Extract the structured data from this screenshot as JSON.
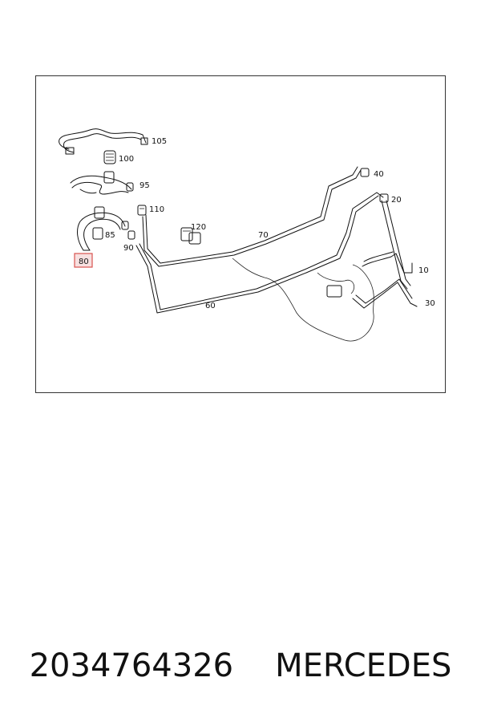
{
  "diagram": {
    "labels": [
      "105",
      "100",
      "95",
      "110",
      "120",
      "85",
      "90",
      "80",
      "70",
      "60",
      "40",
      "20",
      "10",
      "30"
    ],
    "highlighted": "80",
    "highlight_color": "#d9534f",
    "highlight_fill": "#f7e0e0"
  },
  "footer": {
    "part_number": "2034764326",
    "brand": "MERCEDES"
  }
}
